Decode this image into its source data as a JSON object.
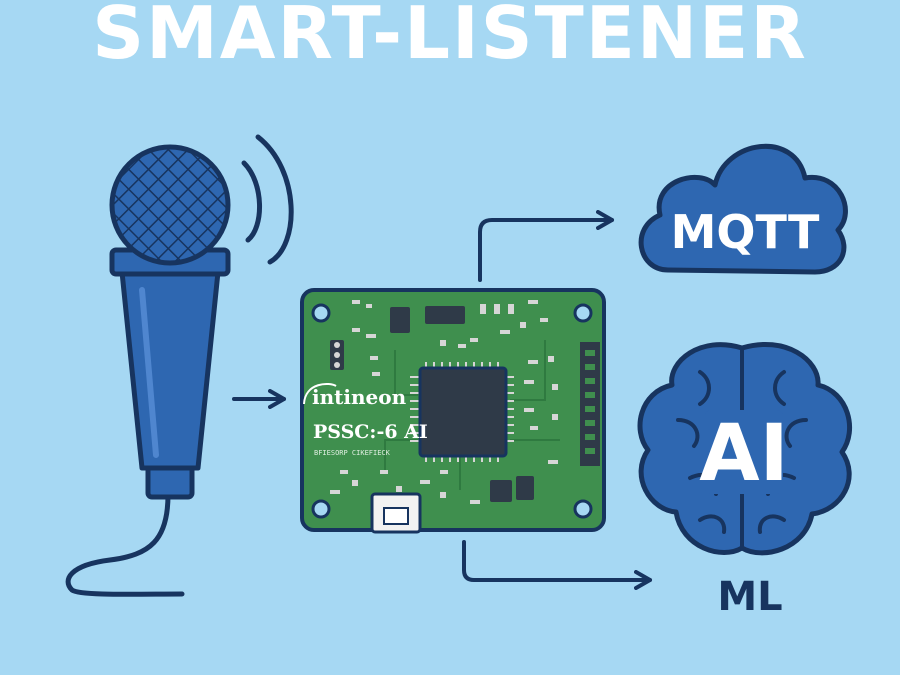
{
  "title": "SMART-LISTENER",
  "board": {
    "brand": "intineon",
    "model": "PSSC:-6 AI",
    "subtext": "BFIESORP CIKEFIECK"
  },
  "cloud": {
    "label": "MQTT"
  },
  "brain": {
    "label": "AI",
    "caption": "ML"
  },
  "colors": {
    "background": "#a6d8f3",
    "primary_blue": "#2e67b1",
    "outline": "#17345f",
    "pcb_green": "#3f8f4e",
    "chip": "#2f3a48"
  },
  "icons": [
    "microphone-icon",
    "sound-wave-icon",
    "cloud-icon",
    "brain-icon",
    "arrow-icon"
  ]
}
